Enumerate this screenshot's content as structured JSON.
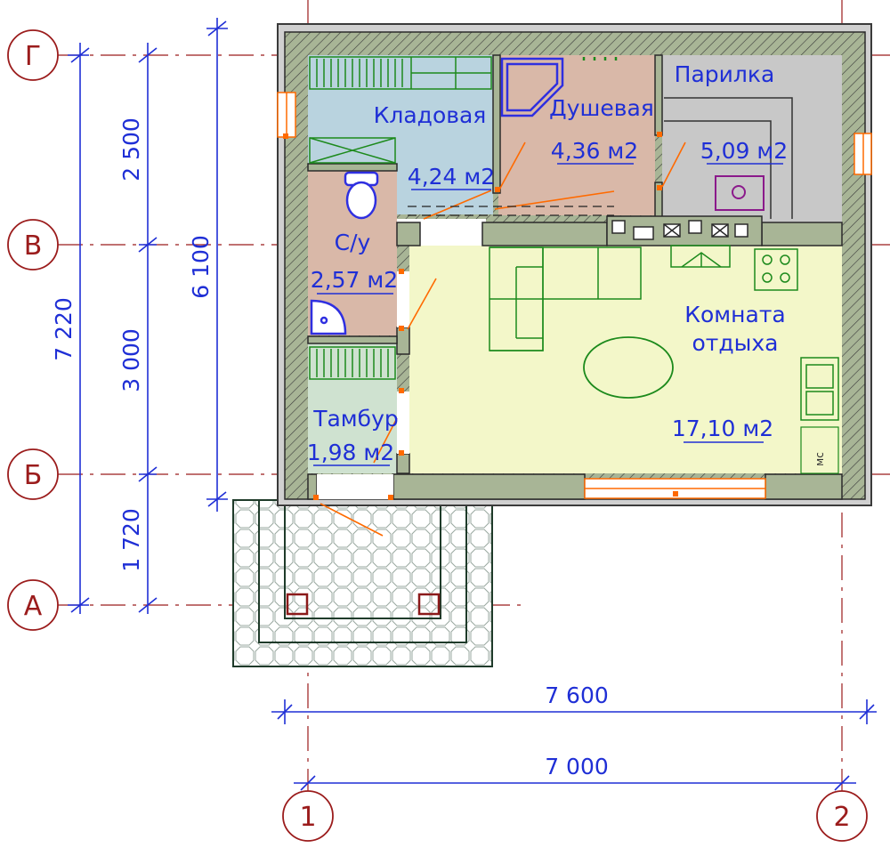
{
  "axes": {
    "letters": [
      "Г",
      "В",
      "Б",
      "А"
    ],
    "numbers": [
      "1",
      "2"
    ]
  },
  "dimensions": {
    "left_total": "7 220",
    "left_mid": "6 100",
    "segments": [
      "2 500",
      "3 000",
      "1 720"
    ],
    "bottom_outer": "7 600",
    "bottom_inner": "7 000"
  },
  "rooms": {
    "kladovaya": {
      "name": "Кладовая",
      "area": "4,24 м2"
    },
    "dushevaya": {
      "name": "Душевая",
      "area": "4,36 м2"
    },
    "parilka": {
      "name": "Парилка",
      "area": "5,09 м2"
    },
    "su": {
      "name": "С/у",
      "area": "2,57 м2"
    },
    "komnata": {
      "name_line1": "Комната",
      "name_line2": "отдыха",
      "area": "17,10 м2"
    },
    "tambur": {
      "name": "Тамбур",
      "area": "1,98 м2"
    }
  },
  "labels": {
    "ms": "мс"
  },
  "colors": {
    "axis": "#9b1c1c",
    "dimension": "#1f2fd6",
    "wall": "#a8b596",
    "storage": "#b9d3df",
    "shower": "#d9b8a8",
    "sauna": "#c8c8c8",
    "rest_room": "#f3f7c9",
    "furniture": "#1c8a1c",
    "opening": "#ff6a00"
  }
}
